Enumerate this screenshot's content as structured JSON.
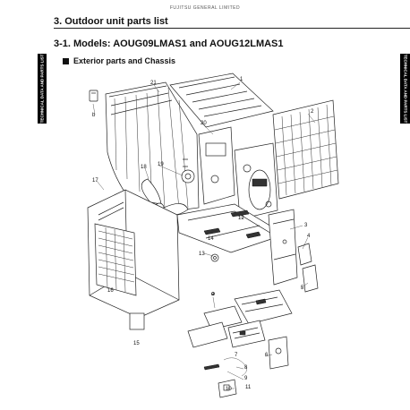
{
  "header": {
    "brand": "FUJITSU GENERAL LIMITED"
  },
  "side_tab": {
    "left_label": "TECHNICAL DATA AND PARTS LIST",
    "right_label": "TECHNICAL DATA AND PARTS LIST"
  },
  "section_title": "3. Outdoor unit parts list",
  "models_title": "3-1. Models: AOUG09LMAS1 and AOUG12LMAS1",
  "subsection_title": "Exterior parts and Chassis",
  "callouts": {
    "c1": "1",
    "c2": "2",
    "c3": "3",
    "c4": "4",
    "c5": "5",
    "c6": "6",
    "c7": "7",
    "c8": "8",
    "c9": "9",
    "c10": "10",
    "c11": "11",
    "c12": "12",
    "c13": "13",
    "c14": "14",
    "c15": "15",
    "c16": "16",
    "c17": "17",
    "c18": "18",
    "c19": "19",
    "c20": "20",
    "c21": "21",
    "ca": "a",
    "cb": "b"
  }
}
